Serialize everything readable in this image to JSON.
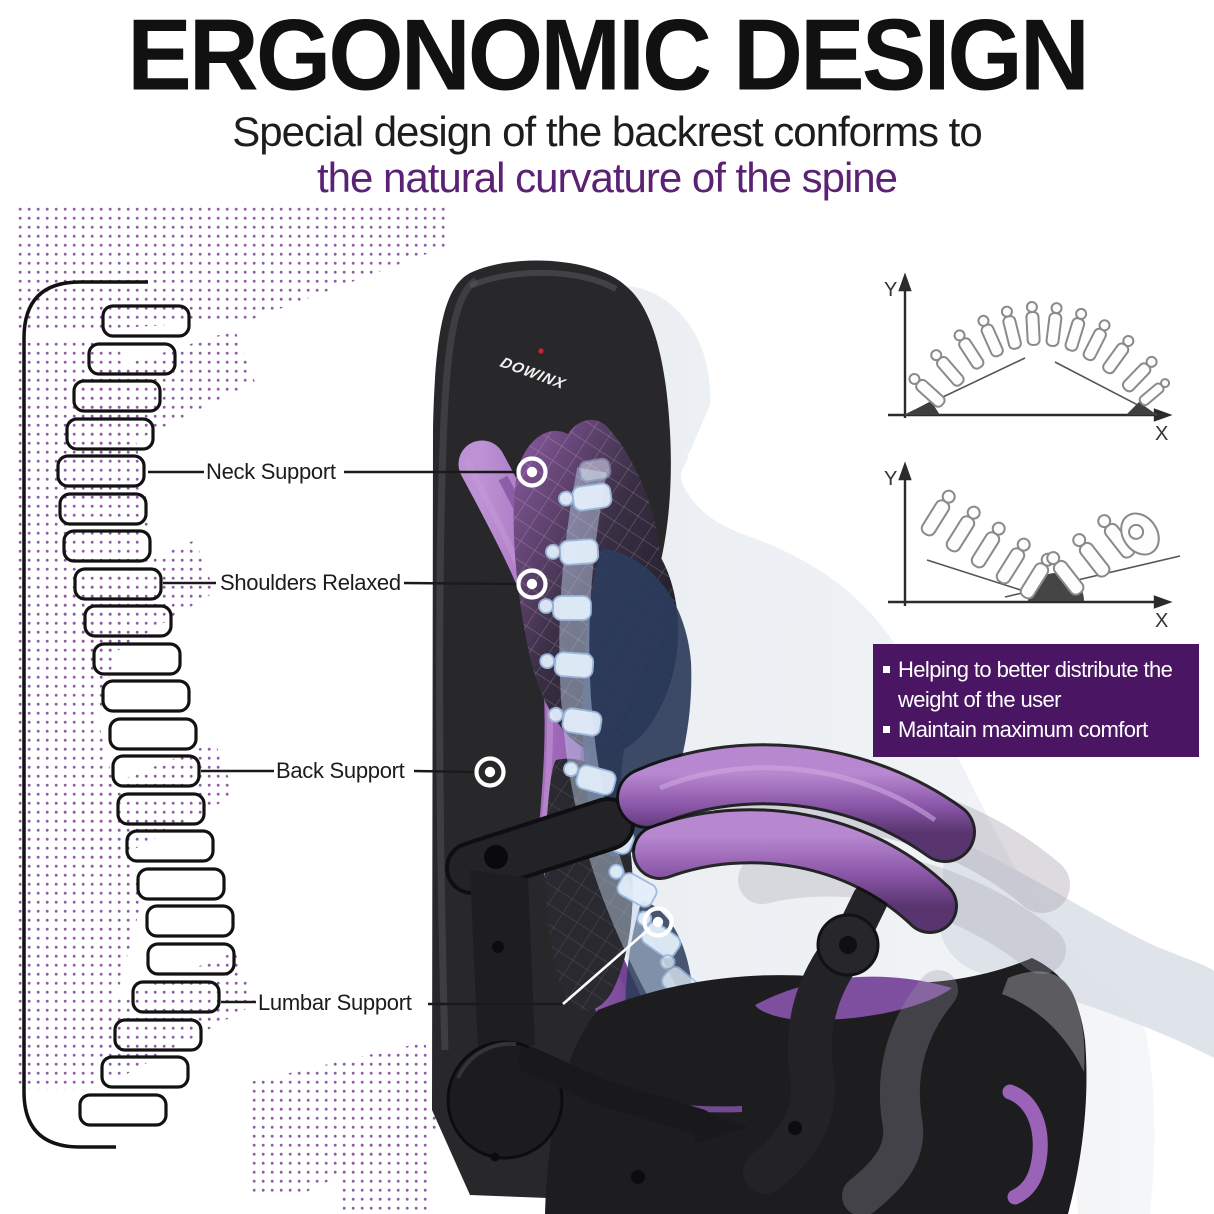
{
  "header": {
    "title": "ERGONOMIC DESIGN",
    "subtitle_line1": "Special design of the backrest conforms to",
    "subtitle_line2": "the natural curvature of the spine"
  },
  "callouts": [
    {
      "id": "neck",
      "label": "Neck Support"
    },
    {
      "id": "shoulders",
      "label": "Shoulders Relaxed"
    },
    {
      "id": "back",
      "label": "Back Support"
    },
    {
      "id": "lumbar",
      "label": "Lumbar Support"
    }
  ],
  "graphs": {
    "top": {
      "y_axis_label": "Y",
      "x_axis_label": "X"
    },
    "bottom": {
      "y_axis_label": "Y",
      "x_axis_label": "X"
    }
  },
  "info_box": {
    "items": [
      "Helping to better distribute the weight of the user",
      "Maintain maximum comfort"
    ]
  },
  "chair": {
    "logo_text": "DOWINX"
  },
  "colors": {
    "heading_purple": "#5b2173",
    "info_box_purple": "#4a1663",
    "chair_purple": "#9a61b4",
    "dot_purple": "#7b3f93",
    "spine_blue": "#9cb9dd"
  }
}
